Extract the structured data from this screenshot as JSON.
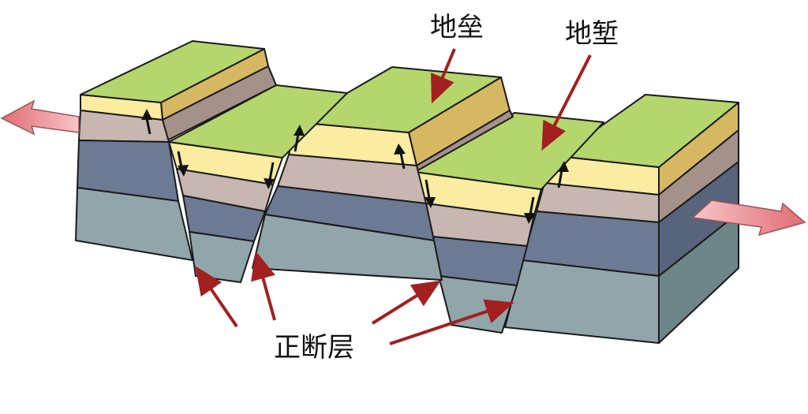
{
  "labels": {
    "horst": "地垒",
    "graben": "地堑",
    "normal_fault": "正断层"
  },
  "colors": {
    "grass": "#b5d66c",
    "grass_side": "#c7e08c",
    "sand": "#fbeca1",
    "sand_dark": "#d6b863",
    "clay": "#c8b7b1",
    "clay_dark": "#a49189",
    "slate": "#6d7a94",
    "slate_dark": "#58647c",
    "base": "#91a6ab",
    "base_dark": "#6e8589",
    "pointer": "#a2201f",
    "tension_arrow": "#e8858a",
    "motion_arrow": "#111111",
    "outline": "#1a1a1a"
  },
  "icons": [
    "tension-arrow-icon",
    "motion-arrow-icon",
    "pointer-arrow-icon"
  ]
}
